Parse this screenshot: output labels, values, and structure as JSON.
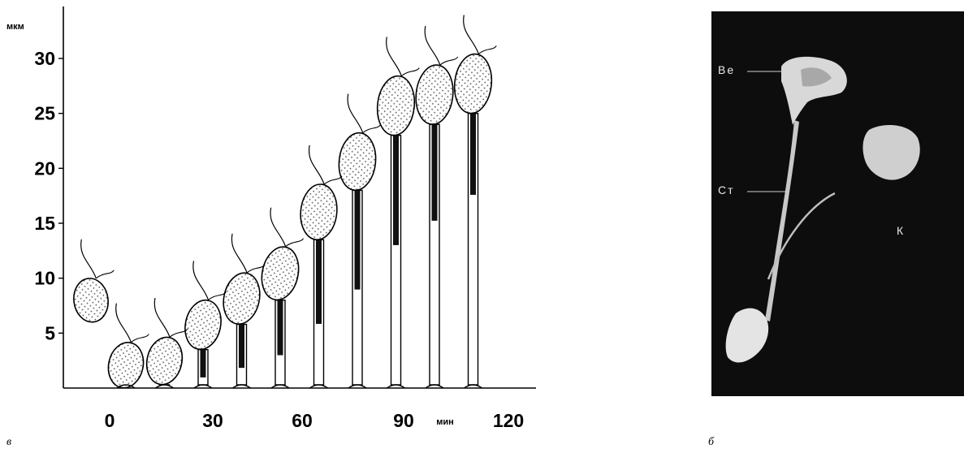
{
  "chart_data": {
    "type": "diagram",
    "y_unit": "мкм",
    "x_unit": "мин",
    "ylim": [
      0,
      30
    ],
    "y_ticks": [
      "5",
      "10",
      "15",
      "20",
      "25",
      "30"
    ],
    "x_ticks": [
      "0",
      "30",
      "60",
      "90",
      "120"
    ],
    "stalk_heights": [
      0,
      0,
      0.3,
      3.5,
      5.8,
      8,
      13.5,
      18,
      23,
      24,
      25
    ]
  },
  "panel_a_label": "в",
  "panel_b_label": "б",
  "photo_labels": {
    "head": "Ве",
    "stalk": "Ст",
    "k": "К"
  }
}
